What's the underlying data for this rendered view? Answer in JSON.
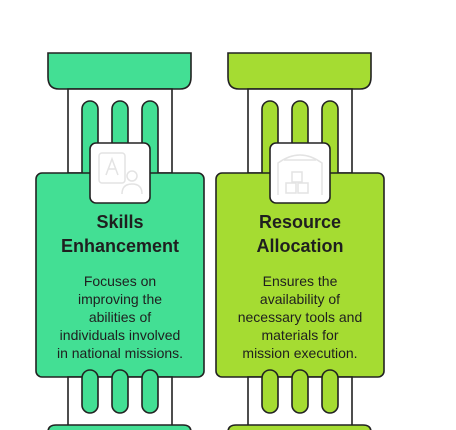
{
  "colors": {
    "green": "#43df94",
    "lime": "#a5dc32",
    "outline": "#222222",
    "icon_box": "#ffffff"
  },
  "pillars": [
    {
      "title": "Skills\nEnhancement",
      "description": "Focuses on\nimproving the\nabilities of\nindividuals involved\nin national missions.",
      "icon": "person-learning-icon",
      "color": "#43df94"
    },
    {
      "title": "Resource\nAllocation",
      "description": "Ensures the\navailability of\nnecessary tools and\nmaterials for\nmission execution.",
      "icon": "warehouse-boxes-icon",
      "color": "#a5dc32"
    }
  ]
}
